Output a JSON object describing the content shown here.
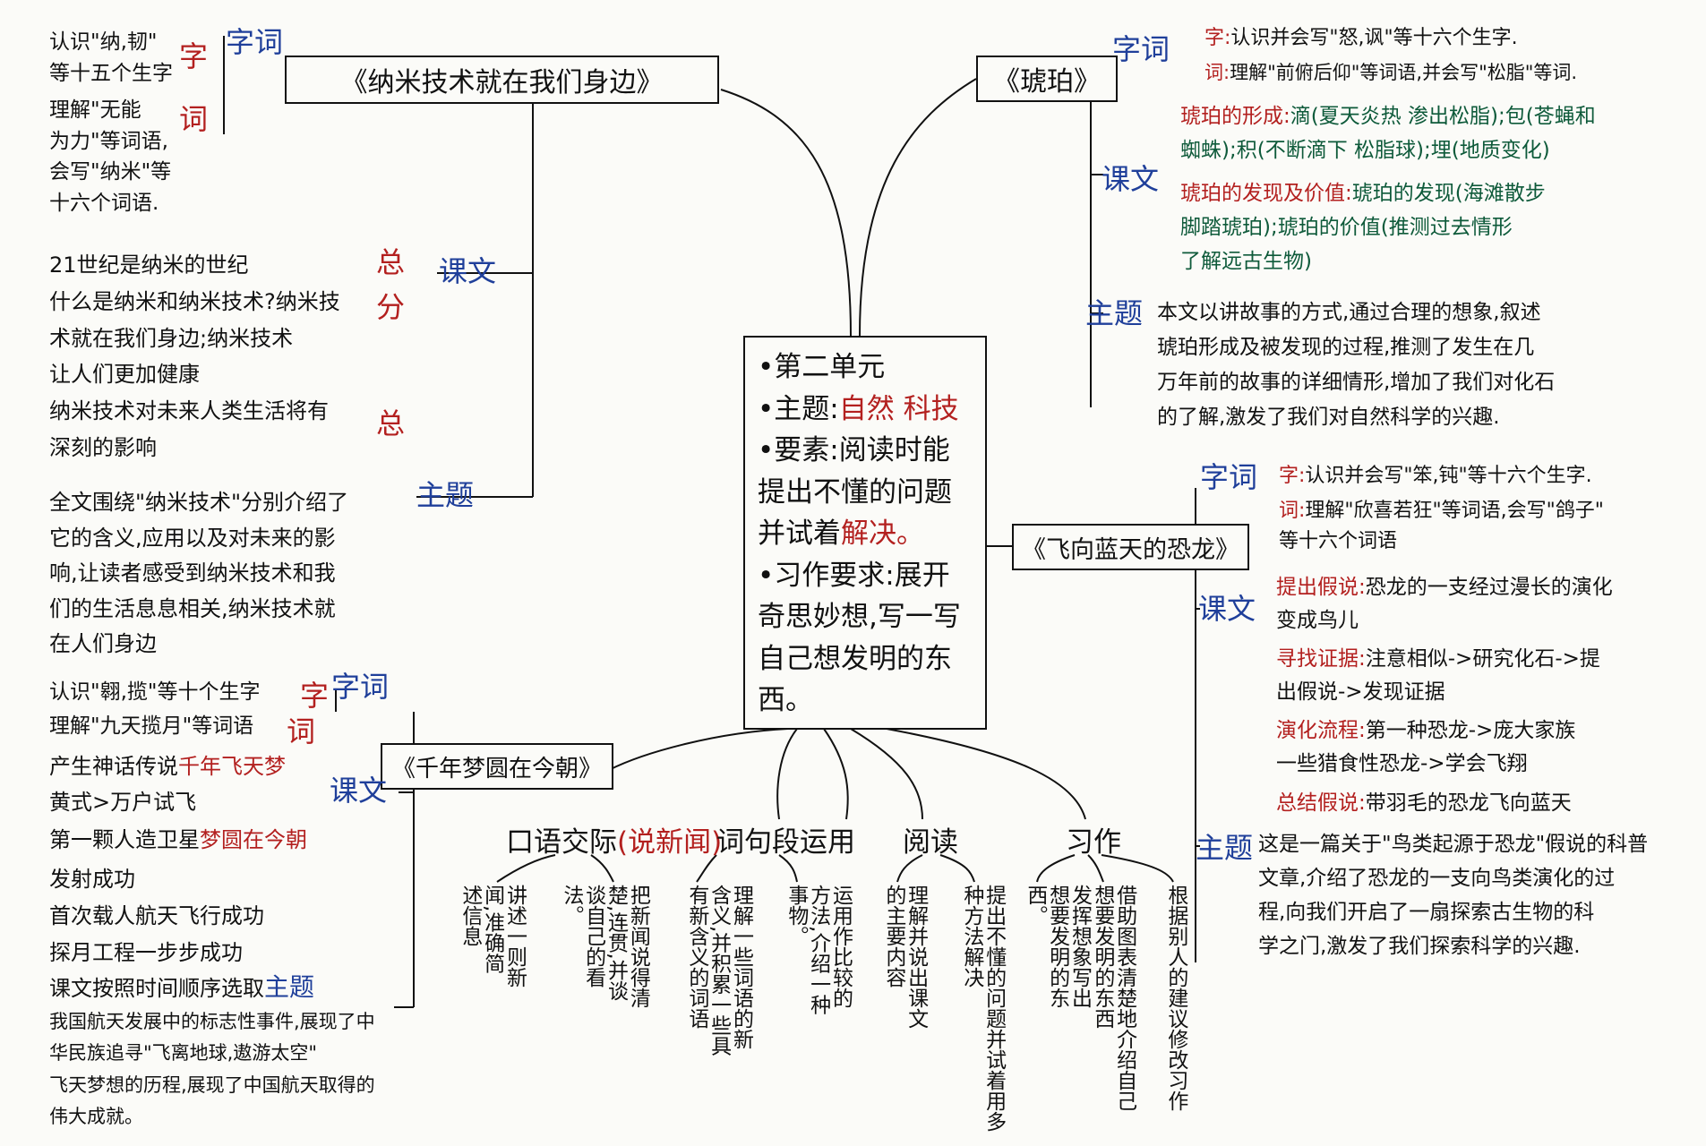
{
  "center": {
    "unit": "•第二单元",
    "theme_label": "•主题:",
    "theme_value": "自然  科技",
    "element_label": "•要素:",
    "element_text": "阅读时能提出不懂的问题并试着",
    "element_red": "解决。",
    "writing": "•习作要求:展开奇思妙想,写一写自己想发明的东西。"
  },
  "nano": {
    "title": "《纳米技术就在我们身边》",
    "ci_label": "字词",
    "zi": "字",
    "ci": "词",
    "zi_text": "认识\"纳,韧\"\n等十五个生字",
    "ci_text": "理解\"无能\n为力\"等词语,\n会写\"纳米\"等\n十六个词语.",
    "kewen_label": "课文",
    "zong1": "总",
    "fen": "分",
    "zong2": "总",
    "kewen_text": "21世纪是纳米的世纪\n什么是纳米和纳米技术?纳米技\n术就在我们身边;纳米技术\n让人们更加健康\n纳米技术对未来人类生活将有\n深刻的影响",
    "zhuti_label": "主题",
    "zhuti_text": "全文围绕\"纳米技术\"分别介绍了\n它的含义,应用以及对未来的影\n响,让读者感受到纳米技术和我\n们的生活息息相关,纳米技术就\n在人们身边"
  },
  "dream": {
    "title": "《千年梦圆在今朝》",
    "ci_label": "字词",
    "zi": "字",
    "ci": "词",
    "zi_text": "认识\"翱,揽\"等十个生字",
    "ci_text": "理解\"九天揽月\"等词语",
    "kewen_label": "课文",
    "kewen_l1": "产生神话传说",
    "kewen_l1_red": "千年飞天梦",
    "kewen_l2": "黄式>万户试飞",
    "kewen_l3": "第一颗人造卫星",
    "kewen_l3_red": "梦圆在今朝",
    "kewen_rest": "发射成功\n首次载人航天飞行成功\n探月工程一步步成功",
    "zhuti_label": "主题",
    "zhuti_lead": "课文按照时间顺序选取",
    "zhuti_text": "我国航天发展中的标志性事件,展现了中\n华民族追寻\"飞离地球,遨游太空\"\n飞天梦想的历程,展现了中国航天取得的\n伟大成就。"
  },
  "amber": {
    "title": "《琥珀》",
    "ci_label": "字词",
    "zi": "字:",
    "zi_text": "认识并会写\"怒,讽\"等十六个生字.",
    "ci": "词:",
    "ci_text": "理解\"前俯后仰\"等词语,并会写\"松脂\"等词.",
    "kewen_label": "课文",
    "k1_red": "琥珀的形成:",
    "k1": "滴(夏天炎热 渗出松脂);包(苍蝇和\n蜘蛛);积(不断滴下 松脂球);埋(地质变化)",
    "k2_red": "琥珀的发现及价值:",
    "k2": "琥珀的发现(海滩散步\n脚踏琥珀);琥珀的价值(推测过去情形\n了解远古生物)",
    "zhuti_label": "主题",
    "zhuti_text": "本文以讲故事的方式,通过合理的想象,叙述\n琥珀形成及被发现的过程,推测了发生在几\n万年前的故事的详细情形,增加了我们对化石\n的了解,激发了我们对自然科学的兴趣."
  },
  "dino": {
    "title": "《飞向蓝天的恐龙》",
    "ci_label": "字词",
    "zi": "字:",
    "zi_text": "认识并会写\"笨,钝\"等十六个生字.",
    "ci": "词:",
    "ci_text": "理解\"欣喜若狂\"等词语,会写\"鸽子\"\n等十六个词语",
    "kewen_label": "课文",
    "k1_red": "提出假说:",
    "k1": "恐龙的一支经过漫长的演化\n变成鸟儿",
    "k2_red": "寻找证据:",
    "k2": "注意相似->研究化石->提\n出假说->发现证据",
    "k3_red": "演化流程:",
    "k3": "第一种恐龙->庞大家族\n一些猎食性恐龙->学会飞翔",
    "k4_red": "总结假说:",
    "k4": "带羽毛的恐龙飞向蓝天",
    "zhuti_label": "主题",
    "zhuti_text": "这是一篇关于\"鸟类起源于恐龙\"假说的科普\n文章,介绍了恐龙的一支向鸟类演化的过\n程,向我们开启了一扇探索古生物的科\n学之门,激发了我们探索科学的兴趣."
  },
  "bottom": {
    "oral_label": "口语交际",
    "oral_red": "(说新闻)",
    "oral_a": "讲述一则新闻,准确简述信息",
    "oral_b": "把新闻说得清楚,连贯,并谈谈自己的看法。",
    "words_label": "词句段运用",
    "words_a": "理解一些词语的新含义,并积累一些具有新含义的词语",
    "words_b": "运用作比较的方法,介绍一种事物。",
    "read_label": "阅读",
    "read_a": "理解并说出课文的主要内容",
    "read_b": "提出不懂的问题并试着用多种方法解决",
    "write_label": "习作",
    "write_a": "发挥想象写出想要发明的东西。",
    "write_b": "借助图表清楚地介绍自己想要发明的东西",
    "write_c": "根据别人的建议修改习作"
  }
}
